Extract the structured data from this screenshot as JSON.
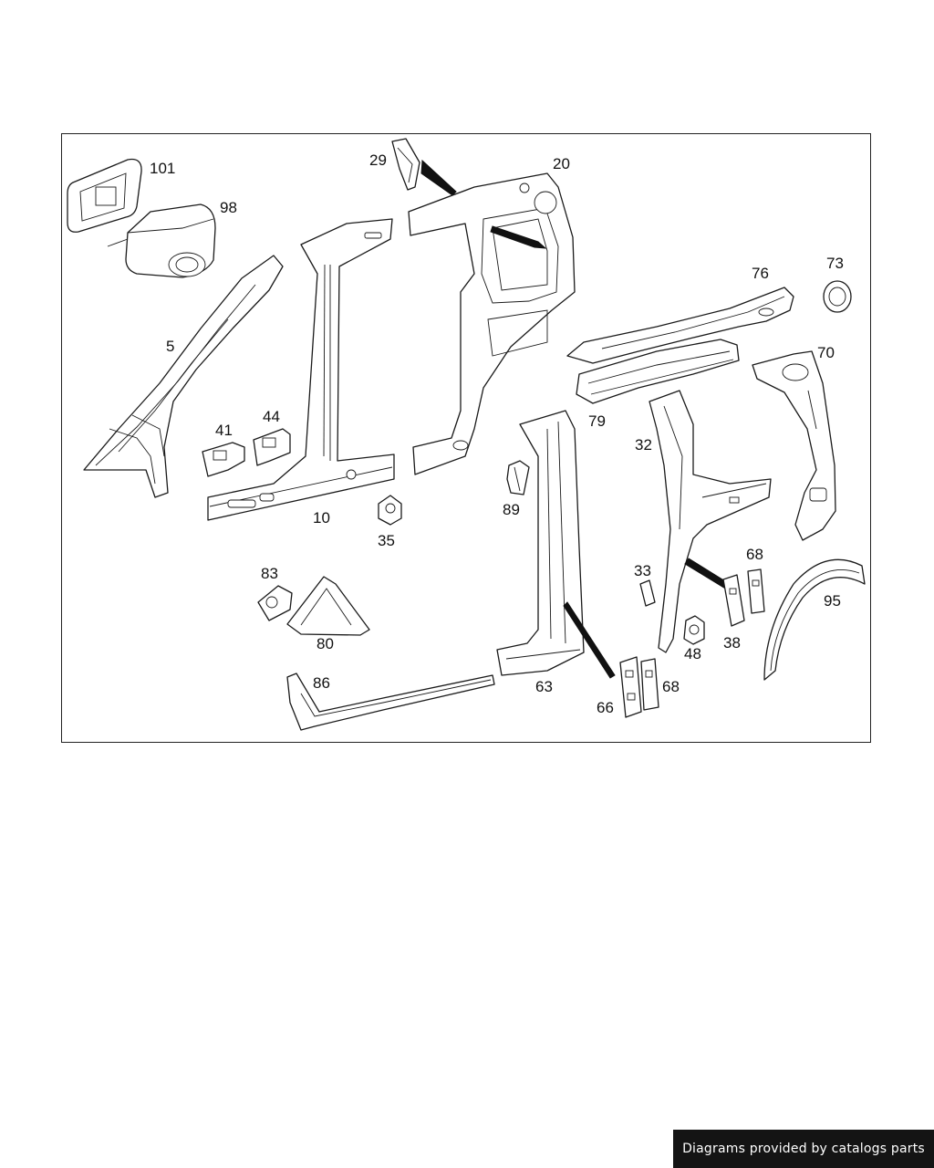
{
  "callouts": {
    "c101": "101",
    "c98": "98",
    "c29": "29",
    "c20": "20",
    "c5": "5",
    "c76": "76",
    "c73": "73",
    "c70": "70",
    "c79": "79",
    "c41": "41",
    "c44": "44",
    "c32": "32",
    "c10": "10",
    "c89": "89",
    "c35": "35",
    "c83": "83",
    "c33": "33",
    "c68a": "68",
    "c95": "95",
    "c80": "80",
    "c48": "48",
    "c38": "38",
    "c86": "86",
    "c63": "63",
    "c68b": "68",
    "c66": "66"
  },
  "footer": {
    "text": "Diagrams provided by catalogs parts"
  }
}
